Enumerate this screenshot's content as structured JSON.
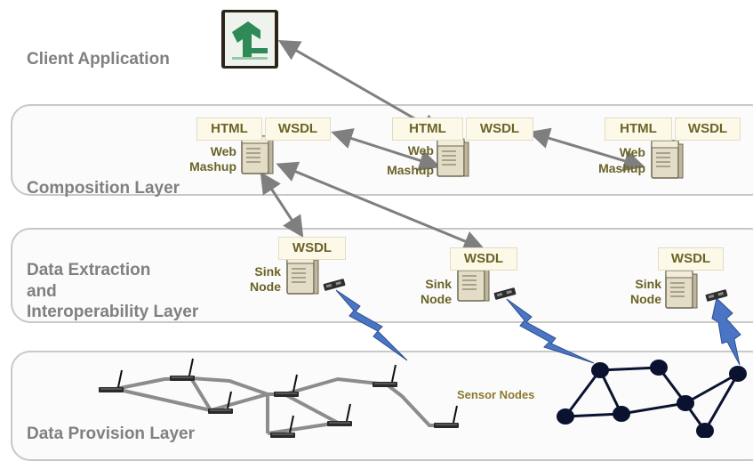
{
  "client": {
    "title": "Client Application"
  },
  "layers": {
    "composition": "Composition Layer",
    "extraction_line1": "Data Extraction",
    "extraction_line2": "and",
    "extraction_line3": "Interoperability Layer",
    "provision": "Data Provision Layer"
  },
  "mashups": [
    {
      "html": "HTML",
      "wsdl": "WSDL",
      "label1": "Web",
      "label2": "Mashup"
    },
    {
      "html": "HTML",
      "wsdl": "WSDL",
      "label1": "Web",
      "label2": "Mashup"
    },
    {
      "html": "HTML",
      "wsdl": "WSDL",
      "label1": "Web",
      "label2": "Mashup"
    }
  ],
  "sinks": [
    {
      "wsdl": "WSDL",
      "label1": "Sink",
      "label2": "Node"
    },
    {
      "wsdl": "WSDL",
      "label1": "Sink",
      "label2": "Node"
    },
    {
      "wsdl": "WSDL",
      "label1": "Sink",
      "label2": "Node"
    }
  ],
  "sensor_label": "Sensor Nodes",
  "colors": {
    "arrow": "#7f7f7f",
    "wireless": "#4a75c4",
    "sensor_node": "#0a1230",
    "layer_border": "#c8c8c8"
  }
}
